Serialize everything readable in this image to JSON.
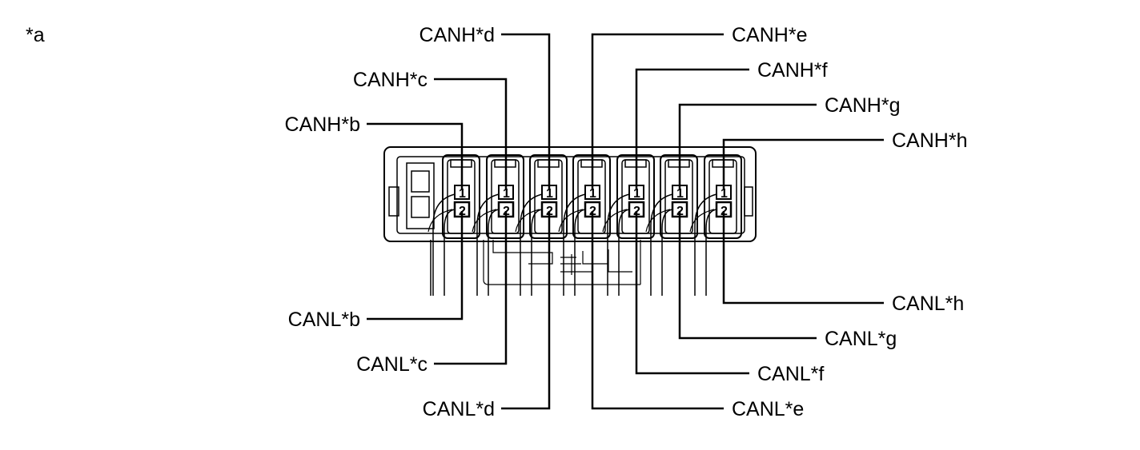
{
  "figure_label": "*a",
  "pin_numbers": {
    "high": "1",
    "low": "2"
  },
  "cavities": [
    {
      "high_label": "CANH*b",
      "low_label": "CANL*b"
    },
    {
      "high_label": "CANH*c",
      "low_label": "CANL*c"
    },
    {
      "high_label": "CANH*d",
      "low_label": "CANL*d"
    },
    {
      "high_label": "CANH*e",
      "low_label": "CANL*e"
    },
    {
      "high_label": "CANH*f",
      "low_label": "CANL*f"
    },
    {
      "high_label": "CANH*g",
      "low_label": "CANL*g"
    },
    {
      "high_label": "CANH*h",
      "low_label": "CANL*h"
    }
  ]
}
